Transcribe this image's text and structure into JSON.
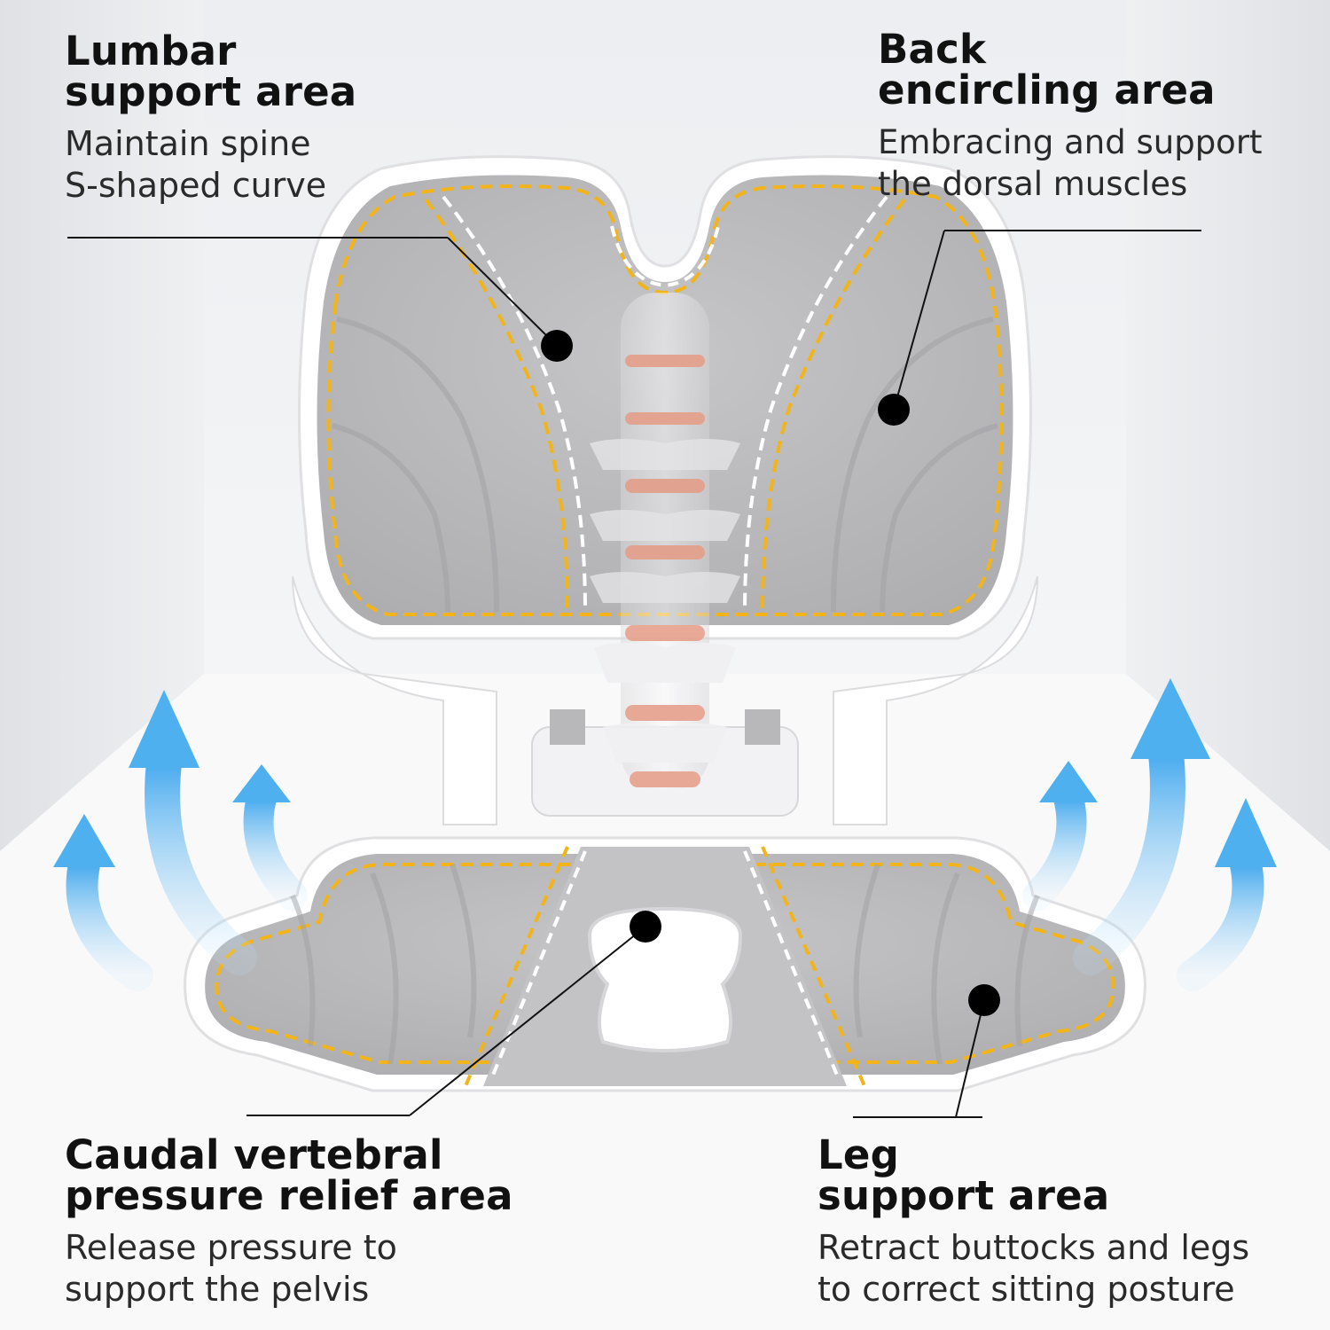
{
  "callouts": {
    "lumbar": {
      "title_line1": "Lumbar",
      "title_line2": "support area",
      "desc_line1": "Maintain spine",
      "desc_line2": "S-shaped curve"
    },
    "back": {
      "title_line1": "Back",
      "title_line2": "encircling area",
      "desc_line1": "Embracing and support",
      "desc_line2": "the dorsal muscles"
    },
    "caudal": {
      "title_line1": "Caudal vertebral",
      "title_line2": "pressure relief area",
      "desc_line1": "Release pressure to",
      "desc_line2": "support the pelvis"
    },
    "leg": {
      "title_line1": "Leg",
      "title_line2": "support area",
      "desc_line1": "Retract buttocks and legs",
      "desc_line2": "to correct sitting posture"
    }
  },
  "colors": {
    "cushion": "#b9b9bb",
    "stitch_outer": "#f2b418",
    "stitch_inner": "#ffffff",
    "spine_disc": "#e7a08c",
    "arrow": "#5bb4ee",
    "marker": "#000000"
  }
}
